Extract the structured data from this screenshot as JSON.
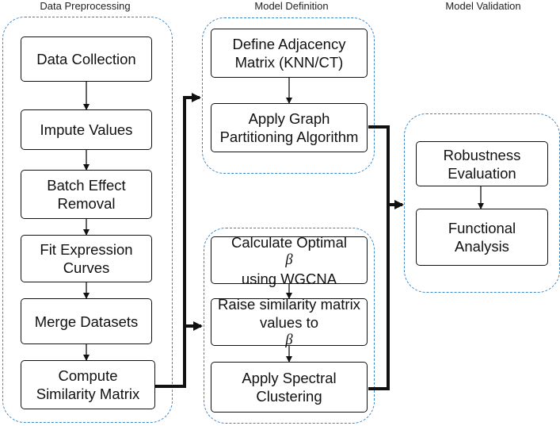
{
  "groups": {
    "preprocessing": {
      "title": "Data Preprocessing"
    },
    "definition": {
      "title": "Model Definition"
    },
    "validation": {
      "title": "Model Validation"
    }
  },
  "steps": {
    "data_collection": [
      "Data Collection"
    ],
    "impute_values": [
      "Impute Values"
    ],
    "batch_effect": [
      "Batch Effect",
      "Removal"
    ],
    "fit_curves": [
      "Fit Expression",
      "Curves"
    ],
    "merge_datasets": [
      "Merge Datasets"
    ],
    "similarity_matrix": [
      "Compute",
      "Similarity Matrix"
    ],
    "adjacency": [
      "Define Adjacency",
      "Matrix (KNN/CT)"
    ],
    "partitioning": [
      "Apply Graph",
      "Partitioning Algorithm"
    ],
    "optimal_beta": {
      "line1": "Calculate Optimal",
      "symbol": "β",
      "line2": "using WGCNA"
    },
    "raise_matrix": {
      "line1": "Raise similarity matrix",
      "line2": "values to",
      "symbol": "β"
    },
    "spectral": [
      "Apply Spectral",
      "Clustering"
    ],
    "robustness": [
      "Robustness",
      "Evaluation"
    ],
    "functional": [
      "Functional",
      "Analysis"
    ]
  },
  "colors": {
    "frame": "#3a86c8",
    "box_border": "#111111",
    "arrow": "#111111"
  }
}
